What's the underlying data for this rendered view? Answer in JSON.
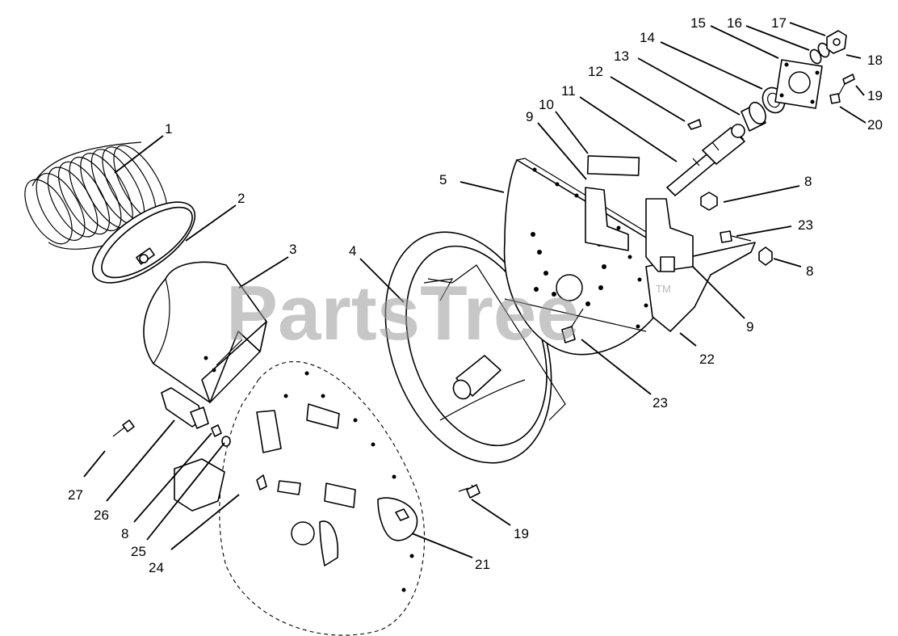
{
  "watermark": {
    "text": "PartsTree",
    "trademark": "TM"
  },
  "callouts": [
    "1",
    "2",
    "3",
    "4",
    "5",
    "8",
    "9",
    "10",
    "11",
    "12",
    "13",
    "14",
    "15",
    "16",
    "17",
    "18",
    "19",
    "20",
    "21",
    "22",
    "23",
    "24",
    "25",
    "26",
    "27"
  ],
  "callout_labels": {
    "c1": "1",
    "c2": "2",
    "c3": "3",
    "c4": "4",
    "c5": "5",
    "c8a": "8",
    "c8b": "8",
    "c8c": "8",
    "c9a": "9",
    "c9b": "9",
    "c10": "10",
    "c11": "11",
    "c12": "12",
    "c13": "13",
    "c14": "14",
    "c15": "15",
    "c16": "16",
    "c17": "17",
    "c18": "18",
    "c19a": "19",
    "c19b": "19",
    "c20": "20",
    "c21": "21",
    "c22": "22",
    "c23a": "23",
    "c23b": "23",
    "c24": "24",
    "c25": "25",
    "c26": "26",
    "c27": "27"
  }
}
